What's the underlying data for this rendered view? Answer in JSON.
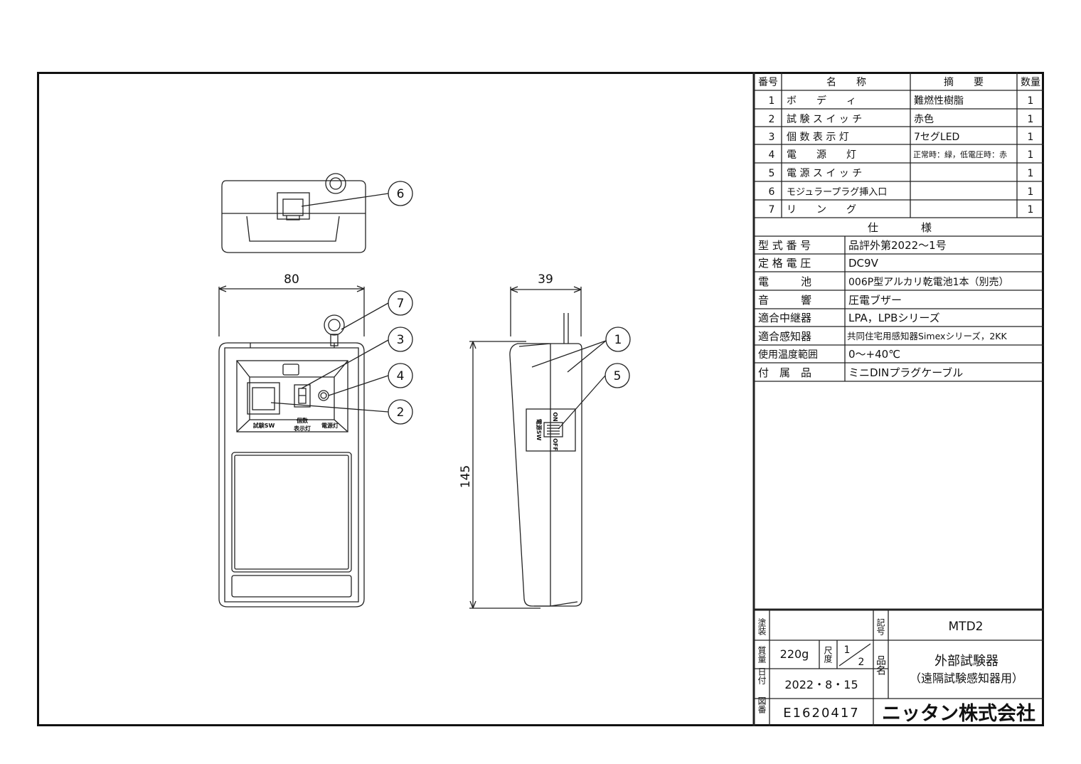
{
  "parts_table": {
    "headers": {
      "no": "番号",
      "name": "名　　称",
      "summary": "摘　　要",
      "qty": "数量"
    },
    "rows": [
      {
        "no": "1",
        "name": "ボ　　デ　　ィ",
        "summary": "難燃性樹脂",
        "qty": "1"
      },
      {
        "no": "2",
        "name": "試 験 ス イ ッ チ",
        "summary": "赤色",
        "qty": "1"
      },
      {
        "no": "3",
        "name": "個 数 表 示 灯",
        "summary": "7セグLED",
        "qty": "1"
      },
      {
        "no": "4",
        "name": "電　　源　　灯",
        "summary": "正常時：緑，低電圧時：赤",
        "qty": "1"
      },
      {
        "no": "5",
        "name": "電 源 ス イ ッ チ",
        "summary": "",
        "qty": "1"
      },
      {
        "no": "6",
        "name": "モジュラープラグ挿入口",
        "summary": "",
        "qty": "1"
      },
      {
        "no": "7",
        "name": "リ　　ン　　グ",
        "summary": "",
        "qty": "1"
      }
    ]
  },
  "spec": {
    "header": "仕　　　　様",
    "rows": [
      {
        "label": "型 式 番 号",
        "value": "品評外第2022～1号"
      },
      {
        "label": "定 格 電 圧",
        "value": "DC9V"
      },
      {
        "label": "電　　　池",
        "value": "006P型アルカリ乾電池1本（別売）"
      },
      {
        "label": "音　　　響",
        "value": "圧電ブザー"
      },
      {
        "label": "適合中継器",
        "value": "LPA，LPBシリーズ"
      },
      {
        "label": "適合感知器",
        "value": "共同住宅用感知器Simexシリーズ，2KK"
      },
      {
        "label": "使用温度範囲",
        "value": "0～+40℃"
      },
      {
        "label": "付　属　品",
        "value": "ミニDINプラグケーブル"
      }
    ]
  },
  "title_block": {
    "paint_label": "塗装",
    "paint_value": "",
    "mark_label": "記号",
    "mark_value": "MTD2",
    "weight_label": "質量",
    "weight_value": "220g",
    "scale_label": "尺度",
    "scale_num": "1",
    "scale_den": "2",
    "product_label": "品名",
    "product_name_1": "外部試験器",
    "product_name_2": "（遠隔試験感知器用）",
    "date_label": "日付",
    "date_value": "2022・8・15",
    "drawing_label": "図番",
    "drawing_no": "E1620417",
    "company": "ニッタン株式会社"
  },
  "drawing": {
    "dim_width": "80",
    "dim_depth": "39",
    "dim_height": "145",
    "label_test_sw": "試験SW",
    "label_count_1": "個数",
    "label_count_2": "表示灯",
    "label_power_lamp": "電源灯",
    "label_power_sw": "電源SW",
    "label_on": "ON",
    "label_off": "OFF",
    "callouts": [
      "1",
      "2",
      "3",
      "4",
      "5",
      "6",
      "7"
    ]
  }
}
